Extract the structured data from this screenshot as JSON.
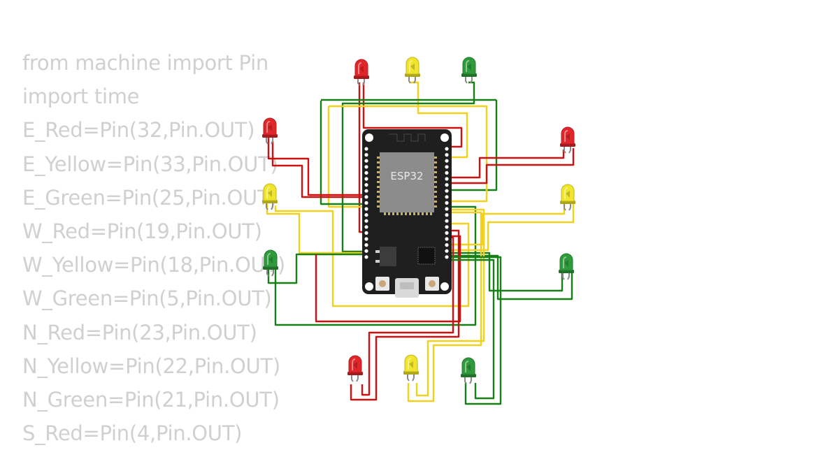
{
  "code_lines": [
    "from machine import Pin",
    "import time",
    "E_Red=Pin(32,Pin.OUT)",
    "E_Yellow=Pin(33,Pin.OUT)",
    "E_Green=Pin(25,Pin.OUT)",
    "W_Red=Pin(19,Pin.OUT)",
    "W_Yellow=Pin(18,Pin.OUT)",
    "W_Green=Pin(5,Pin.OUT)",
    "N_Red=Pin(23,Pin.OUT)",
    "N_Yellow=Pin(22,Pin.OUT)",
    "N_Green=Pin(21,Pin.OUT)",
    "S_Red=Pin(4,Pin.OUT)"
  ],
  "board": {
    "label": "ESP32",
    "color": "#1f1f1f"
  },
  "led_colors": {
    "red": "#e0262b",
    "yellow": "#f0e52a",
    "green": "#2e9a3c"
  },
  "wire_colors": {
    "red": "#cc1111",
    "yellow": "#f2d01c",
    "green": "#168016"
  },
  "leds": [
    {
      "name": "led-north-red",
      "color": "red"
    },
    {
      "name": "led-north-yellow",
      "color": "yellow"
    },
    {
      "name": "led-north-green",
      "color": "green"
    },
    {
      "name": "led-west-red",
      "color": "red"
    },
    {
      "name": "led-west-yellow",
      "color": "yellow"
    },
    {
      "name": "led-west-green",
      "color": "green"
    },
    {
      "name": "led-east-red",
      "color": "red"
    },
    {
      "name": "led-east-yellow",
      "color": "yellow"
    },
    {
      "name": "led-east-green",
      "color": "green"
    },
    {
      "name": "led-south-red",
      "color": "red"
    },
    {
      "name": "led-south-yellow",
      "color": "yellow"
    },
    {
      "name": "led-south-green",
      "color": "green"
    }
  ]
}
